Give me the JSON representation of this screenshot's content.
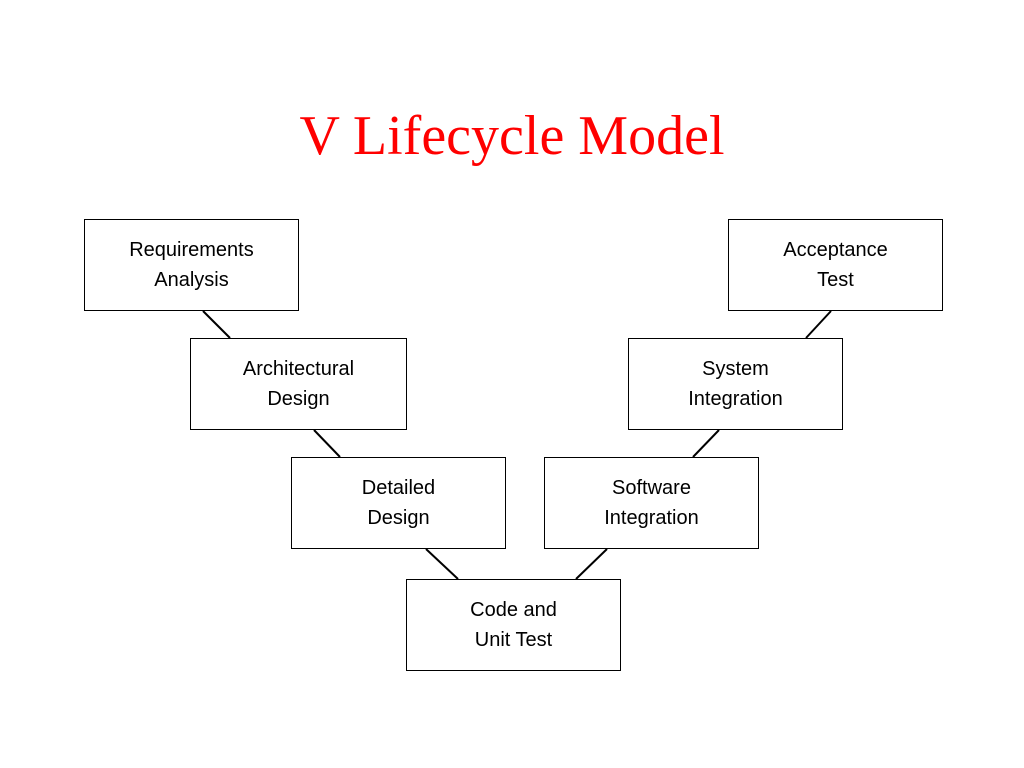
{
  "title": "V Lifecycle Model",
  "title_color": "#ff0000",
  "boxes": {
    "requirements_analysis": "Requirements\nAnalysis",
    "architectural_design": "Architectural\nDesign",
    "detailed_design": "Detailed\nDesign",
    "code_and_unit_test": "Code and\nUnit Test",
    "software_integration": "Software\nIntegration",
    "system_integration": "System\nIntegration",
    "acceptance_test": "Acceptance\nTest"
  }
}
